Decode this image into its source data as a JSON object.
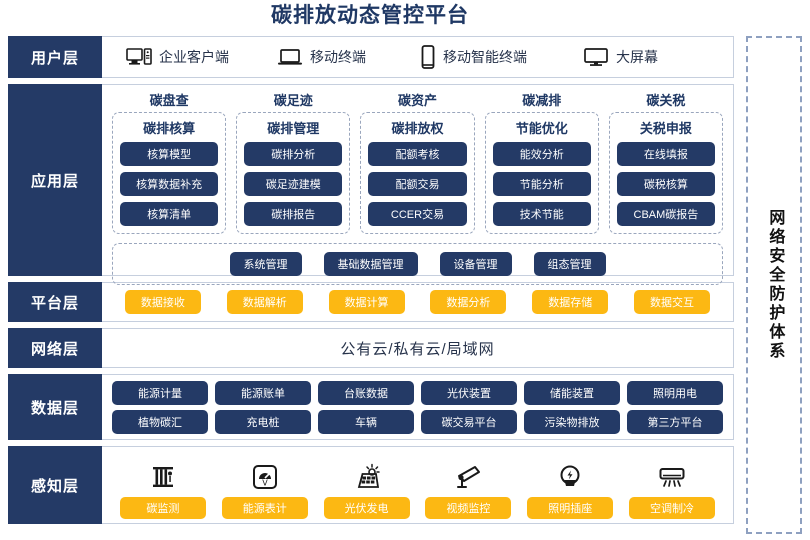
{
  "title": "碳排放动态管控平台",
  "security_band": {
    "label": "网络安全防护体系"
  },
  "layers": {
    "user": {
      "label": "用户层",
      "items": [
        {
          "icon": "desktop-tower-icon",
          "label": "企业客户端"
        },
        {
          "icon": "laptop-icon",
          "label": "移动终端"
        },
        {
          "icon": "smartphone-icon",
          "label": "移动智能终端"
        },
        {
          "icon": "monitor-icon",
          "label": "大屏幕"
        }
      ]
    },
    "application": {
      "label": "应用层",
      "columns": [
        {
          "title": "碳盘查",
          "box_title": "碳排核算",
          "items": [
            "核算模型",
            "核算数据补充",
            "核算清单"
          ]
        },
        {
          "title": "碳足迹",
          "box_title": "碳排管理",
          "items": [
            "碳排分析",
            "碳足迹建模",
            "碳排报告"
          ]
        },
        {
          "title": "碳资产",
          "box_title": "碳排放权",
          "items": [
            "配额考核",
            "配额交易",
            "CCER交易"
          ]
        },
        {
          "title": "碳减排",
          "box_title": "节能优化",
          "items": [
            "能效分析",
            "节能分析",
            "技术节能"
          ]
        },
        {
          "title": "碳关税",
          "box_title": "关税申报",
          "items": [
            "在线填报",
            "碳税核算",
            "CBAM碳报告"
          ]
        }
      ],
      "bottom_items": [
        "系统管理",
        "基础数据管理",
        "设备管理",
        "组态管理"
      ]
    },
    "platform": {
      "label": "平台层",
      "items": [
        "数据接收",
        "数据解析",
        "数据计算",
        "数据分析",
        "数据存储",
        "数据交互"
      ]
    },
    "network": {
      "label": "网络层",
      "text": "公有云/私有云/局域网"
    },
    "data": {
      "label": "数据层",
      "row1": [
        "能源计量",
        "能源账单",
        "台账数据",
        "光伏装置",
        "储能装置",
        "照明用电"
      ],
      "row2": [
        "植物碳汇",
        "充电桩",
        "车辆",
        "碳交易平台",
        "污染物排放",
        "第三方平台"
      ]
    },
    "sense": {
      "label": "感知层",
      "items": [
        {
          "icon": "carbon-sensor-icon",
          "label": "碳监测"
        },
        {
          "icon": "energy-meter-icon",
          "label": "能源表计"
        },
        {
          "icon": "solar-panel-icon",
          "label": "光伏发电"
        },
        {
          "icon": "cctv-camera-icon",
          "label": "视频监控"
        },
        {
          "icon": "lightbulb-icon",
          "label": "照明插座"
        },
        {
          "icon": "air-conditioner-icon",
          "label": "空调制冷"
        }
      ]
    }
  },
  "colors": {
    "navy": "#243a66",
    "title_navy": "#1f3864",
    "amber": "#fcb813",
    "border": "#c6cfde",
    "dash": "#9aa6bd"
  }
}
